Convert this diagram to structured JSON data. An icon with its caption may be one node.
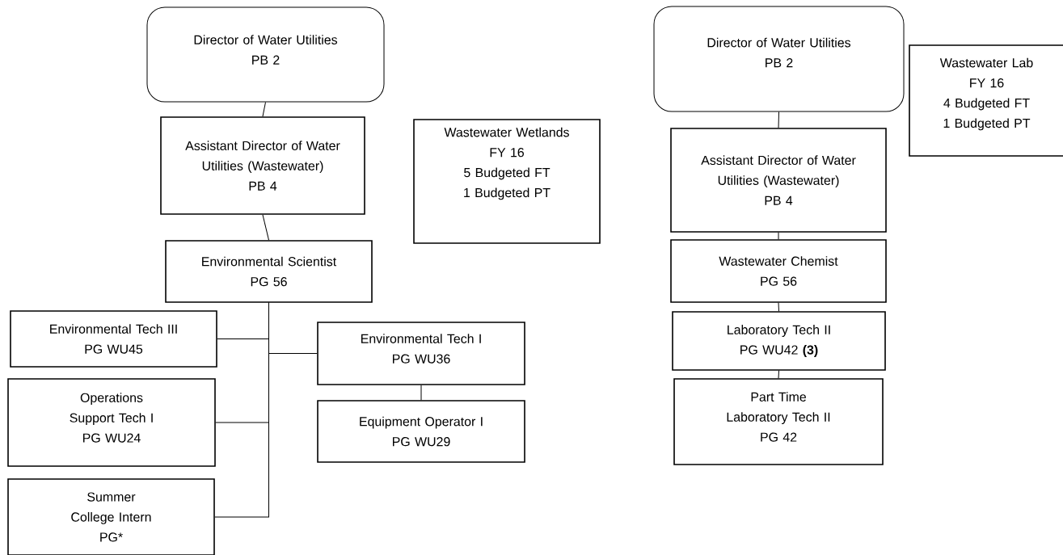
{
  "diagram": {
    "nodes": [
      {
        "text": [
          "Director of Water Utilities",
          "PB 2"
        ]
      },
      {
        "text": [
          "Assistant Director of Water Utilities (Wastewater)",
          "PB 4"
        ]
      },
      {
        "text": [
          "Wastewater Wetlands",
          "FY 16",
          "5 Budgeted FT",
          "1 Budgeted PT"
        ]
      },
      {
        "text": [
          "Environmental Scientist",
          "PG 56"
        ]
      },
      {
        "text": [
          "Environmental Tech III",
          "PG WU45"
        ]
      },
      {
        "text": [
          "Environmental Tech I",
          "PG WU36"
        ]
      },
      {
        "text": [
          "Operations Support Tech I",
          "PG WU24"
        ]
      },
      {
        "text": [
          "Equipment Operator I",
          "PG WU29"
        ]
      },
      {
        "text": [
          "Summer College Intern",
          "PG*"
        ]
      },
      {
        "text": [
          "Director of Water Utilities",
          "PB 2"
        ]
      },
      {
        "text": [
          "Wastewater Lab",
          "FY 16",
          "4 Budgeted FT",
          "1 Budgeted PT"
        ]
      },
      {
        "text": [
          "Assistant Director of Water Utilities (Wastewater)",
          "PB 4"
        ]
      },
      {
        "text": [
          "Wastewater Chemist",
          "PG 56"
        ]
      },
      {
        "text": [
          "Laboratory Tech II",
          "PG WU42 **(3)**"
        ]
      },
      {
        "text": [
          "Part Time Laboratory Tech II",
          "PG 42"
        ]
      }
    ],
    "edges": [
      {
        "from": 0,
        "to": 1,
        "arrow": "none"
      },
      {
        "from": 1,
        "to": 3,
        "arrow": "none"
      },
      {
        "from": 3,
        "to": 4,
        "arrow": "none"
      },
      {
        "from": 3,
        "to": 5,
        "arrow": "none"
      },
      {
        "from": 3,
        "to": 6,
        "arrow": "none"
      },
      {
        "from": 3,
        "to": 8,
        "arrow": "none"
      },
      {
        "from": 5,
        "to": 7,
        "arrow": "none"
      },
      {
        "from": 9,
        "to": 11,
        "arrow": "none"
      },
      {
        "from": 11,
        "to": 12,
        "arrow": "none"
      },
      {
        "from": 12,
        "to": 13,
        "arrow": "none"
      },
      {
        "from": 13,
        "to": 14,
        "arrow": "none"
      }
    ]
  }
}
